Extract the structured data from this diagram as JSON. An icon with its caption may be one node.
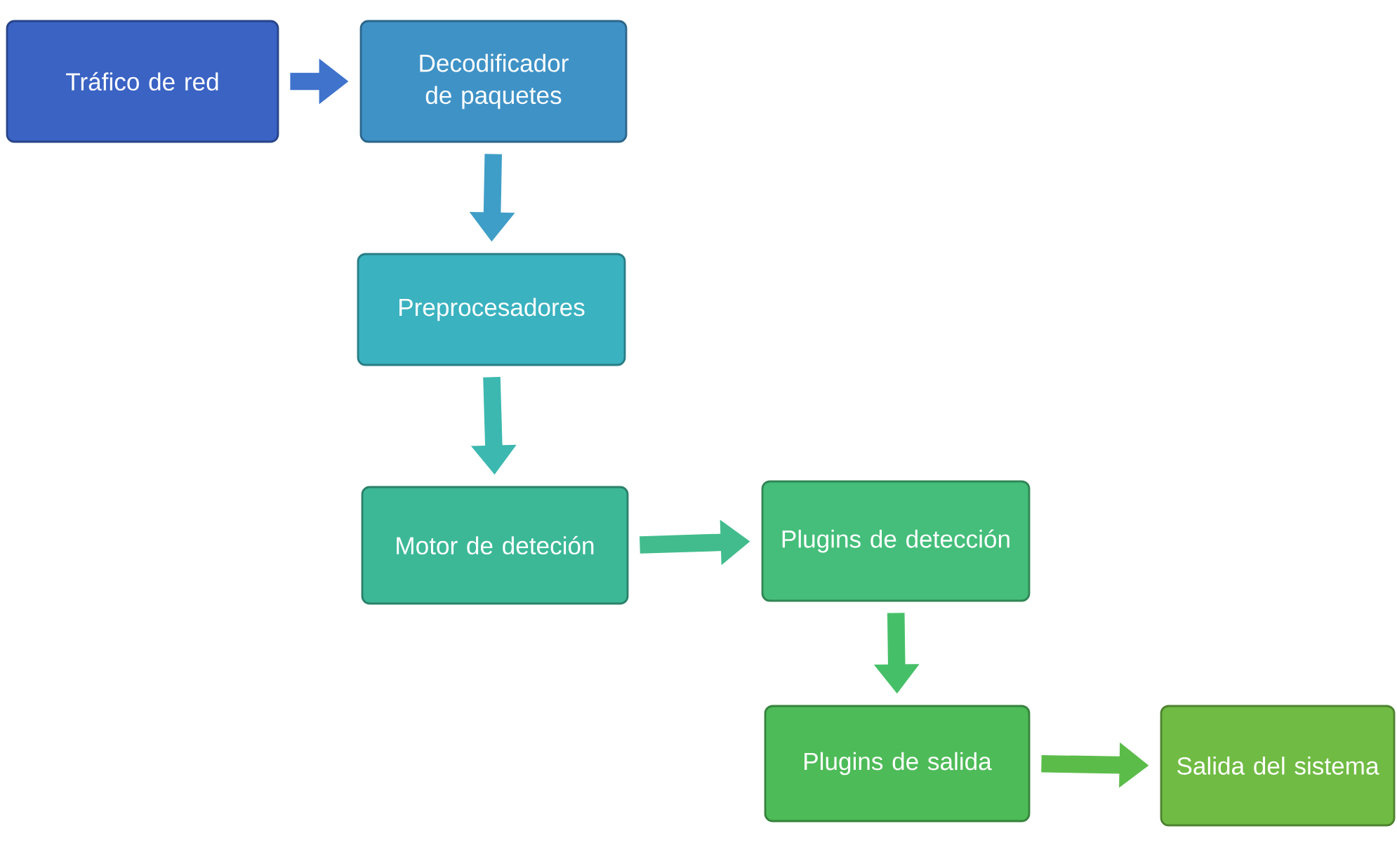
{
  "diagram": {
    "nodes": [
      {
        "text": [
          "Tráfico de red"
        ]
      },
      {
        "text": [
          "Decodificador de paquetes"
        ]
      },
      {
        "text": [
          "Preprocesadores"
        ]
      },
      {
        "text": [
          "Motor de deteción"
        ]
      },
      {
        "text": [
          "Plugins de detección"
        ]
      },
      {
        "text": [
          "Plugins de salida"
        ]
      },
      {
        "text": [
          "Salida del sistema"
        ]
      }
    ],
    "edges": [
      {
        "from": 0,
        "to": 1,
        "arrow": "to",
        "color": "#3f73cc"
      },
      {
        "from": 1,
        "to": 2,
        "arrow": "to",
        "color": "#3f9ec8"
      },
      {
        "from": 2,
        "to": 3,
        "arrow": "to",
        "color": "#3cb8b0"
      },
      {
        "from": 3,
        "to": 4,
        "arrow": "to",
        "color": "#42bc8c"
      },
      {
        "from": 4,
        "to": 5,
        "arrow": "to",
        "color": "#46c068"
      },
      {
        "from": 5,
        "to": 6,
        "arrow": "to",
        "color": "#5cbc4a"
      }
    ]
  }
}
